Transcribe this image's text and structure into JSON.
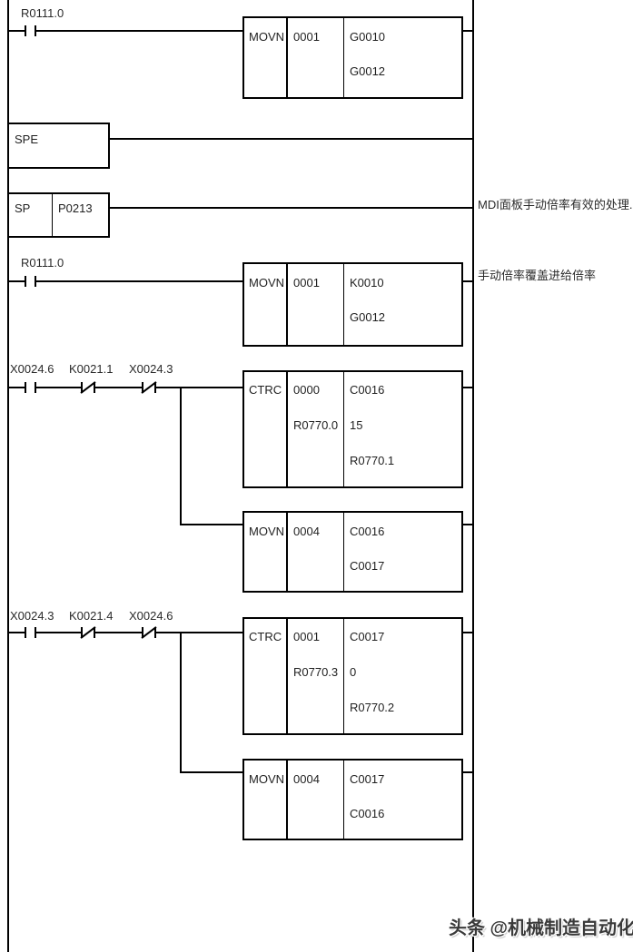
{
  "rung1": {
    "contact_label": "R0111.0",
    "box": {
      "op": "MOVN",
      "act": "0001",
      "dst1": "G0010",
      "dst2": "G0012"
    }
  },
  "spe_block": {
    "label": "SPE"
  },
  "sp_block": {
    "label": "SP",
    "param": "P0213"
  },
  "rung2": {
    "contact_label": "R0111.0",
    "box": {
      "op": "MOVN",
      "act": "0001",
      "dst1": "K0010",
      "dst2": "G0012"
    }
  },
  "rung3": {
    "contact_labels": [
      "X0024.6",
      "K0021.1",
      "X0024.3"
    ],
    "ctrc_box": {
      "op": "CTRC",
      "act": "0000",
      "reset": "R0770.0",
      "counter": "C0016",
      "preset": "15",
      "output": "R0770.1"
    },
    "movn_box": {
      "op": "MOVN",
      "act": "0004",
      "src": "C0016",
      "dst": "C0017"
    }
  },
  "rung4": {
    "contact_labels": [
      "X0024.3",
      "K0021.4",
      "X0024.6"
    ],
    "ctrc_box": {
      "op": "CTRC",
      "act": "0001",
      "reset": "R0770.3",
      "counter": "C0017",
      "preset": "0",
      "output": "R0770.2"
    },
    "movn_box": {
      "op": "MOVN",
      "act": "0004",
      "src": "C0017",
      "dst": "C0016"
    }
  },
  "annotations": {
    "mdi": "MDI面板手动倍率有效的处理.",
    "override": "手动倍率覆盖进给倍率"
  },
  "watermark": "头条 @机械制造自动化",
  "colors": {
    "wire": "#000000",
    "text": "#1f1f1f",
    "background": "#ffffff"
  }
}
